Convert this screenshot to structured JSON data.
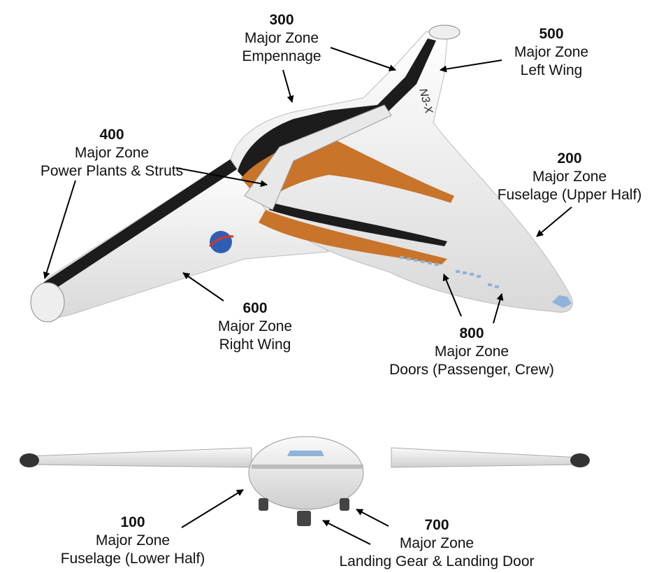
{
  "zones": {
    "z300": {
      "num": "300",
      "l1": "Major Zone",
      "l2": "Empennage"
    },
    "z500": {
      "num": "500",
      "l1": "Major Zone",
      "l2": "Left Wing"
    },
    "z400": {
      "num": "400",
      "l1": "Major Zone",
      "l2": "Power Plants & Struts"
    },
    "z200": {
      "num": "200",
      "l1": "Major Zone",
      "l2": "Fuselage (Upper Half)"
    },
    "z600": {
      "num": "600",
      "l1": "Major Zone",
      "l2": "Right Wing"
    },
    "z800": {
      "num": "800",
      "l1": "Major Zone",
      "l2": "Doors (Passenger, Crew)"
    },
    "z100": {
      "num": "100",
      "l1": "Major Zone",
      "l2": "Fuselage (Lower Half)"
    },
    "z700": {
      "num": "700",
      "l1": "Major Zone",
      "l2": "Landing Gear & Landing Door"
    }
  },
  "aircraft": {
    "registration": "N3-X"
  },
  "colors": {
    "body": "#f2f2f2",
    "stripe_dark": "#1c1c1c",
    "stripe_orange": "#c8742a",
    "window": "#8fb3d9",
    "arrow": "#000000"
  }
}
